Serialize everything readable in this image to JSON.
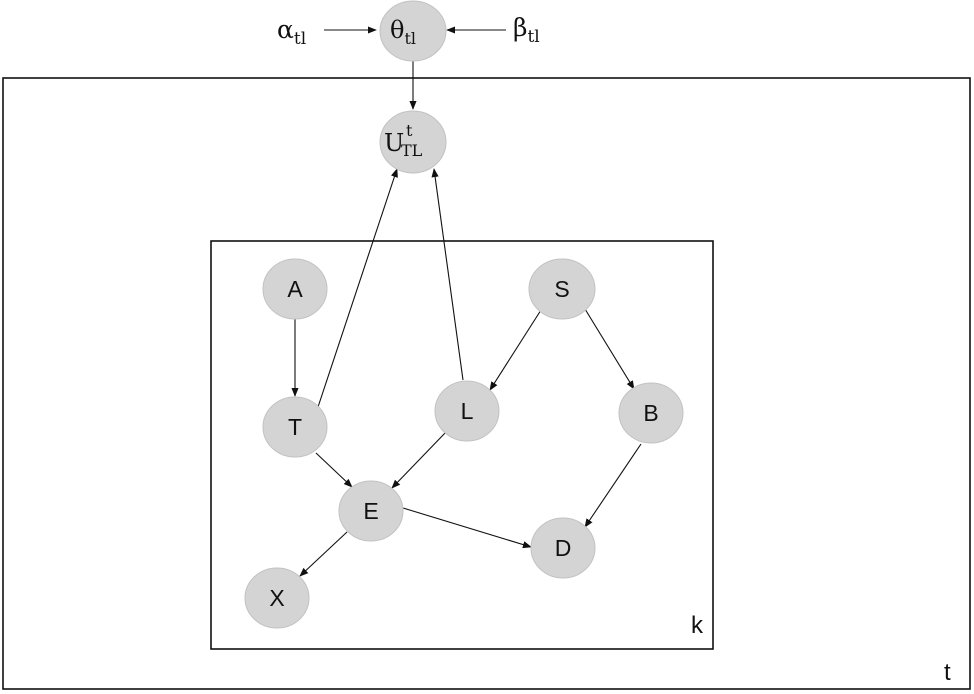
{
  "plates": {
    "outer": {
      "label": "t"
    },
    "inner": {
      "label": "k"
    }
  },
  "hyperparameters": {
    "alpha": {
      "symbol": "α",
      "subscript": "tl"
    },
    "beta": {
      "symbol": "β",
      "subscript": "tl"
    }
  },
  "nodes": {
    "theta": {
      "symbol": "θ",
      "subscript": "tl"
    },
    "utility": {
      "symbol": "U",
      "superscript": "t",
      "subscript": "TL"
    },
    "A": {
      "label": "A"
    },
    "T": {
      "label": "T"
    },
    "S": {
      "label": "S"
    },
    "L": {
      "label": "L"
    },
    "B": {
      "label": "B"
    },
    "E": {
      "label": "E"
    },
    "X": {
      "label": "X"
    },
    "D": {
      "label": "D"
    }
  },
  "edges": [
    {
      "from": "alpha",
      "to": "theta"
    },
    {
      "from": "beta",
      "to": "theta"
    },
    {
      "from": "theta",
      "to": "utility"
    },
    {
      "from": "T",
      "to": "utility"
    },
    {
      "from": "L",
      "to": "utility"
    },
    {
      "from": "A",
      "to": "T"
    },
    {
      "from": "S",
      "to": "L"
    },
    {
      "from": "S",
      "to": "B"
    },
    {
      "from": "T",
      "to": "E"
    },
    {
      "from": "L",
      "to": "E"
    },
    {
      "from": "E",
      "to": "X"
    },
    {
      "from": "E",
      "to": "D"
    },
    {
      "from": "B",
      "to": "D"
    }
  ],
  "colors": {
    "node_fill": "#d4d4d4",
    "stroke": "#111111"
  }
}
